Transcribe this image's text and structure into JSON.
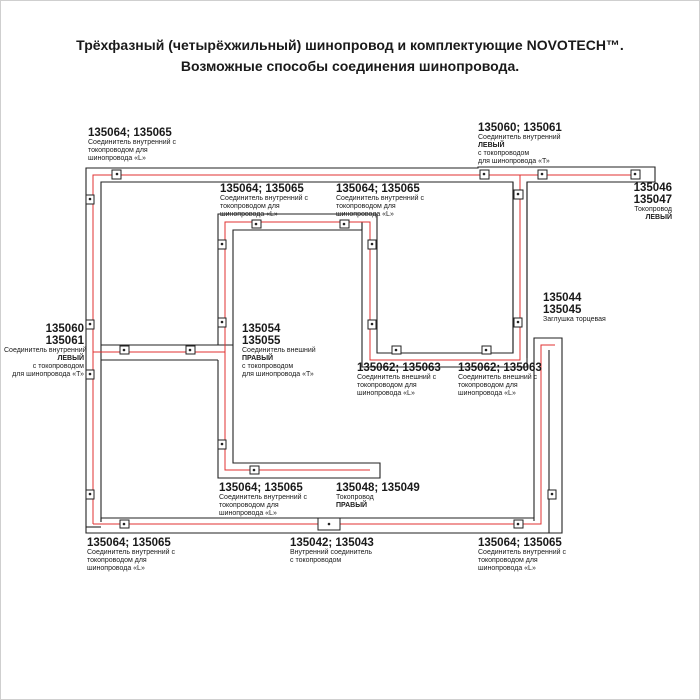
{
  "title": {
    "line1": "Трёхфазный (четырёхжильный) шинопровод и комплектующие NOVOTECH™.",
    "line2": "Возможные способы соединения шинопровода."
  },
  "labels": {
    "tl": {
      "code": "135064; 135065",
      "l1": "Соединитель внутренний с",
      "l2": "токопроводом для",
      "l3": "шинопровода «L»"
    },
    "tr": {
      "code": "135060; 135061",
      "l1": "Соединитель внутренний",
      "bold": "ЛЕВЫЙ",
      "l2": "с токопроводом",
      "l3": "для шинопровода «Т»"
    },
    "end_left": {
      "code1": "135046",
      "code2": "135047",
      "l1": "Токопровод",
      "bold": "ЛЕВЫЙ"
    },
    "inner_l1": {
      "code": "135064; 135065",
      "l1": "Соединитель внутренний с",
      "l2": "токопроводом для",
      "l3": "шинопровода «L»"
    },
    "inner_l2": {
      "code": "135064; 135065",
      "l1": "Соединитель внутренний с",
      "l2": "токопроводом для",
      "l3": "шинопровода «L»"
    },
    "left_t": {
      "code1": "135060",
      "code2": "135061",
      "l1": "Соединитель внутренний",
      "bold": "ЛЕВЫЙ",
      "l2": "с токопроводом",
      "l3": "для шинопровода «Т»"
    },
    "outer_t": {
      "code1": "135054",
      "code2": "135055",
      "l1": "Соединитель внешний",
      "bold": "ПРАВЫЙ",
      "l2": "с токопроводом",
      "l3": "для шинопровода «Т»"
    },
    "end_cap": {
      "code1": "135044",
      "code2": "135045",
      "l1": "Заглушка торцевая"
    },
    "ext_l1": {
      "code": "135062; 135063",
      "l1": "Соединитель внешний с",
      "l2": "токопроводом для",
      "l3": "шинопровода «L»"
    },
    "ext_l2": {
      "code": "135062; 135063",
      "l1": "Соединитель внешний с",
      "l2": "токопроводом для",
      "l3": "шинопровода «L»"
    },
    "mid_l": {
      "code": "135064; 135065",
      "l1": "Соединитель внутренний с",
      "l2": "токопроводом для",
      "l3": "шинопровода «L»"
    },
    "end_right": {
      "code": "135048; 135049",
      "l1": "Токопровод",
      "bold": "ПРАВЫЙ"
    },
    "bl": {
      "code": "135064; 135065",
      "l1": "Соединитель внутренний с",
      "l2": "токопроводом для",
      "l3": "шинопровода «L»"
    },
    "bm": {
      "code": "135042; 135043",
      "l1": "Внутренний соединитель",
      "l2": "с токопроводом"
    },
    "br": {
      "code": "135064; 135065",
      "l1": "Соединитель внутренний с",
      "l2": "токопроводом для",
      "l3": "шинопровода «L»"
    }
  },
  "colors": {
    "rail": "#222222",
    "conductor": "#e03030"
  }
}
